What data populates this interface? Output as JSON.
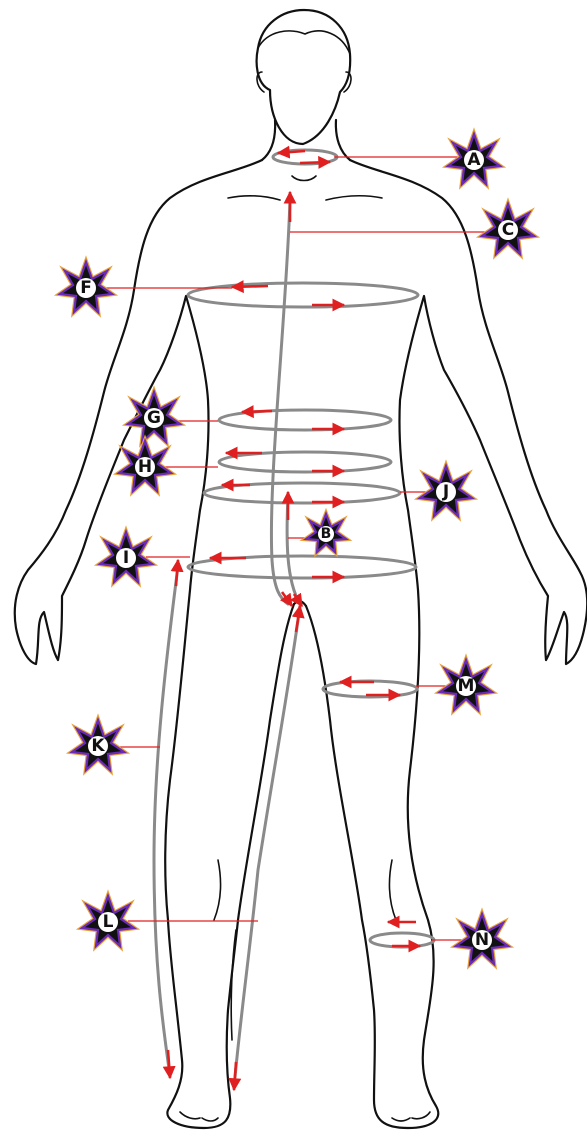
{
  "colors": {
    "outline": "#111111",
    "measure_line": "#8a8a8a",
    "arrow": "#e02020",
    "badge_fill": "#111111",
    "badge_border_inner": "#6a2bb8",
    "badge_border_outer": "#e8a23a"
  },
  "labels": {
    "a": "A",
    "b": "B",
    "c": "C",
    "f": "F",
    "g": "G",
    "h": "H",
    "i": "I",
    "j": "J",
    "k": "K",
    "l": "L",
    "m": "M",
    "n": "N"
  }
}
